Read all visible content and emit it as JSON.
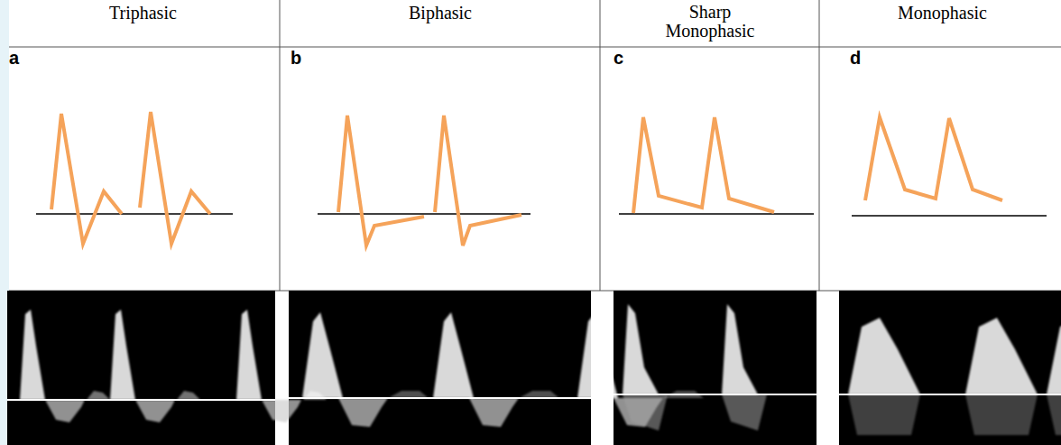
{
  "diagram": {
    "labels": [
      "Triphasic",
      "Biphasic",
      "Sharp Monophasic",
      "Monophasic",
      "a",
      "b",
      "c",
      "d"
    ]
  }
}
